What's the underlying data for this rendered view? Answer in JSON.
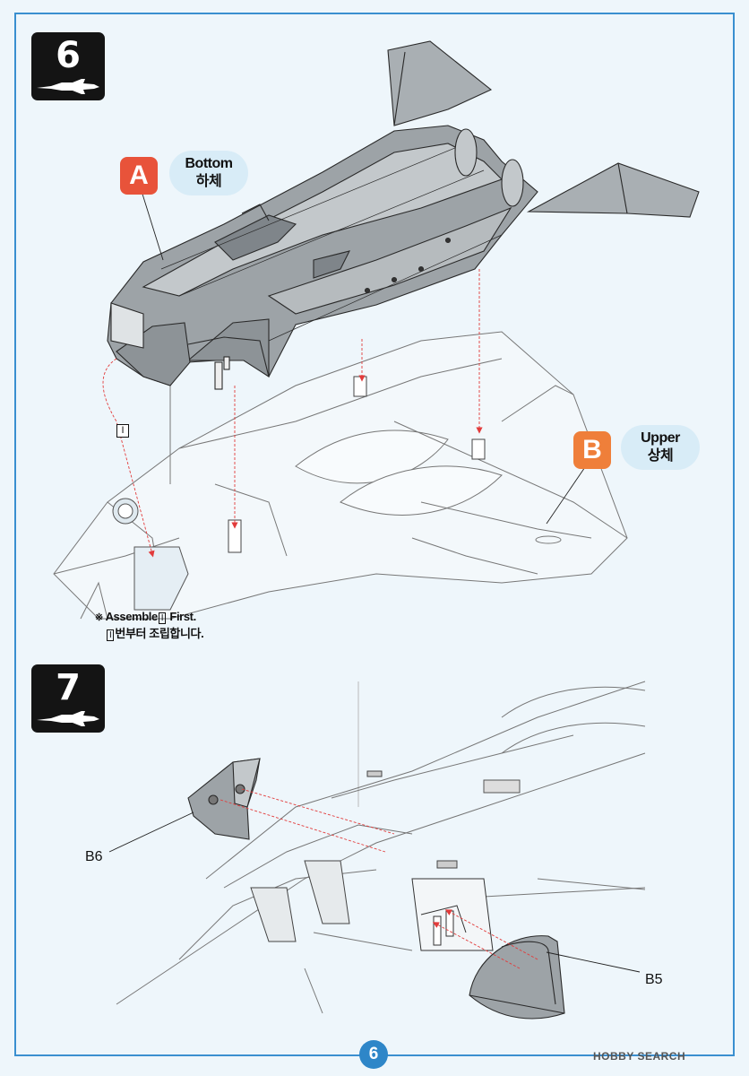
{
  "step6": {
    "number": "6",
    "callout_a": {
      "letter": "A",
      "line1": "Bottom",
      "line2": "하체",
      "color": "#e8533a"
    },
    "callout_b": {
      "letter": "B",
      "line1": "Upper",
      "line2": "상체",
      "color": "#ef7f3a"
    },
    "subassembly_tag": "I",
    "note_line1_symbol": "※",
    "note_line1_prefix": "Assemble",
    "note_box": "I",
    "note_line1_suffix": "First.",
    "note_line2_box": "I",
    "note_line2_text": "번부터 조립합니다."
  },
  "step7": {
    "number": "7",
    "part_b6": "B6",
    "part_b5": "B5"
  },
  "footer": {
    "page_number": "6",
    "watermark": "HOBBY SEARCH",
    "accent_color": "#2e86c8"
  },
  "icons": [
    "jet-silhouette-icon"
  ]
}
